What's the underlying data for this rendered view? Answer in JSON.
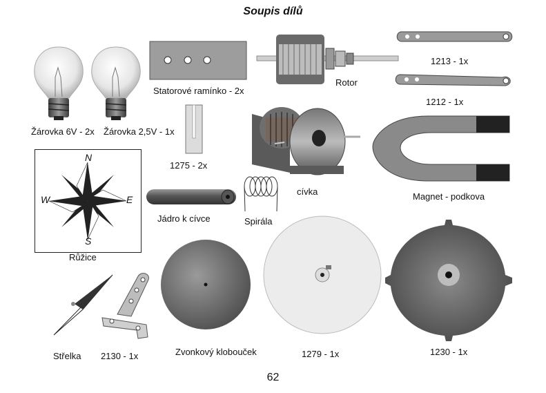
{
  "page": {
    "title": "Soupis dílů",
    "page_number": "62"
  },
  "parts": {
    "bulb_6v": "Žárovka 6V - 2x",
    "bulb_2_5v": "Žárovka 2,5V - 1x",
    "stator_arm": "Statorové ramínko - 2x",
    "rotor": "Rotor",
    "part_1213": "1213 - 1x",
    "part_1212": "1212 - 1x",
    "part_1275": "1275 - 2x",
    "coil": "cívka",
    "magnet": "Magnet - podkova",
    "compass_rose": "Růžice",
    "coil_core": "Jádro k cívce",
    "spiral": "Spirála",
    "needle": "Střelka",
    "part_2130": "2130 - 1x",
    "bell_cap": "Zvonkový klobouček",
    "part_1279": "1279 - 1x",
    "part_1230": "1230 - 1x"
  },
  "compass": {
    "north": "N",
    "south": "S",
    "east": "E",
    "west": "W"
  }
}
